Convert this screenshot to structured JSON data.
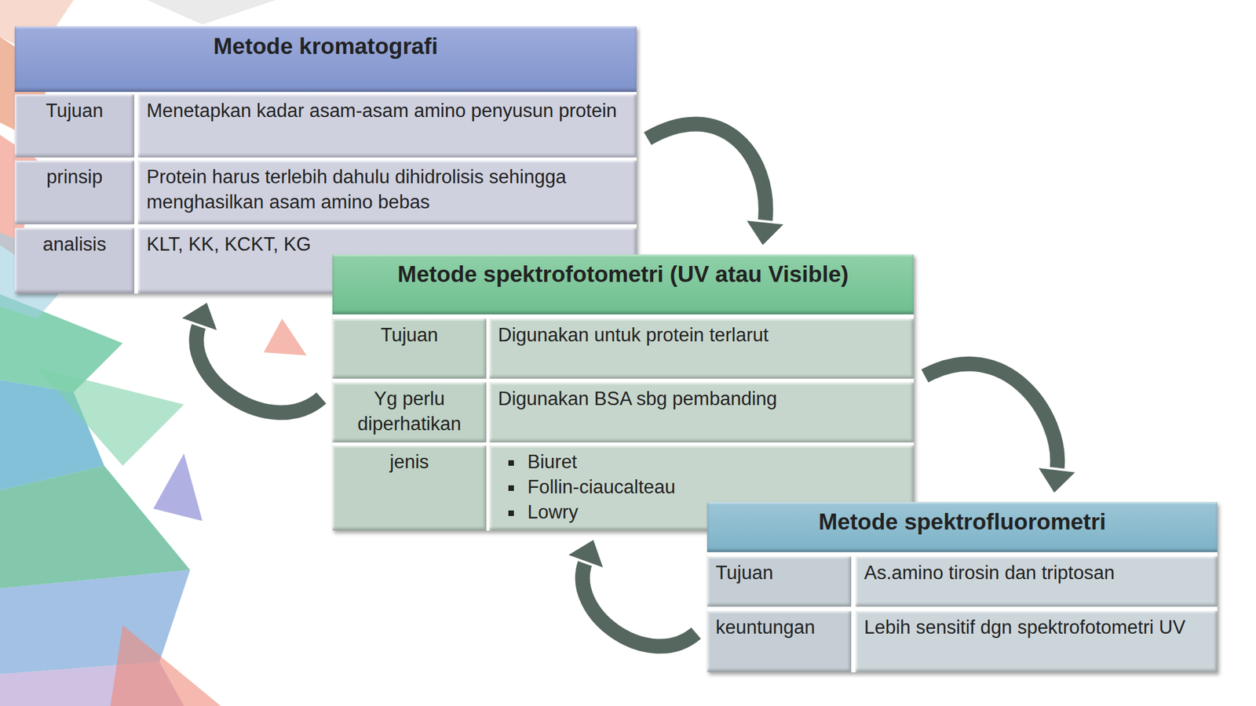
{
  "diagram": {
    "nodes": [
      {
        "text": [
          "Metode kromatografi"
        ]
      },
      {
        "text": [
          "Tujuan"
        ],
        "in": 0
      },
      {
        "text": [
          "Menetapkan kadar asam-asam amino penyusun protein"
        ],
        "in": 0
      },
      {
        "text": [
          "prinsip"
        ],
        "in": 0
      },
      {
        "text": [
          "Protein harus terlebih dahulu dihidrolisis sehingga menghasilkan asam amino bebas"
        ],
        "in": 0
      },
      {
        "text": [
          "analisis"
        ],
        "in": 0
      },
      {
        "text": [
          "KLT, KK, KCKT, KG"
        ],
        "in": 0
      },
      {
        "text": [
          "Metode spektrofotometri (UV atau Visible)"
        ]
      },
      {
        "text": [
          "Tujuan"
        ],
        "in": 7
      },
      {
        "text": [
          "Digunakan untuk protein terlarut"
        ],
        "in": 7
      },
      {
        "text": [
          "Yg perlu diperhatikan"
        ],
        "in": 7
      },
      {
        "text": [
          "Digunakan BSA sbg pembanding"
        ],
        "in": 7
      },
      {
        "text": [
          "jenis"
        ],
        "in": 7
      },
      {
        "text": [
          "Biuret",
          "Follin-ciaucalteau",
          "Lowry"
        ],
        "in": 7
      },
      {
        "text": [
          "Metode spektrofluorometri"
        ]
      },
      {
        "text": [
          "Tujuan"
        ],
        "in": 14
      },
      {
        "text": [
          "As.amino tirosin dan triptosan"
        ],
        "in": 14
      },
      {
        "text": [
          "keuntungan"
        ],
        "in": 14
      },
      {
        "text": [
          "Lebih sensitif dgn spektrofotometri UV"
        ],
        "in": 14
      }
    ],
    "edges": [
      {
        "from": 0,
        "to": 7,
        "arrow": "to"
      },
      {
        "from": 7,
        "to": 0,
        "arrow": "to"
      },
      {
        "from": 7,
        "to": 14,
        "arrow": "to"
      },
      {
        "from": 14,
        "to": 7,
        "arrow": "to"
      }
    ]
  }
}
